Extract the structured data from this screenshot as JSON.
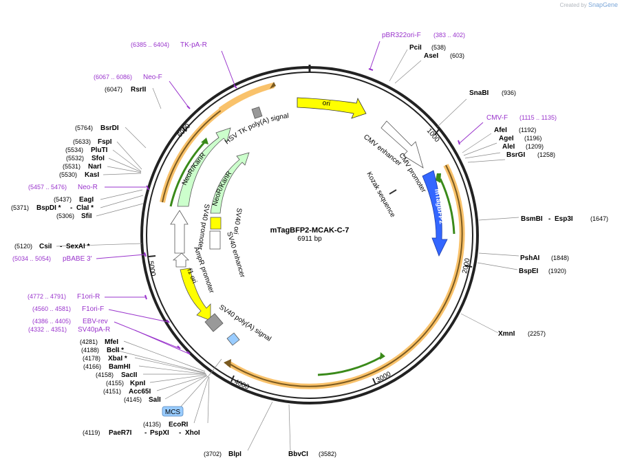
{
  "credit": {
    "prefix": "Created by",
    "brand": "SnapGene"
  },
  "plasmid": {
    "name": "mTagBFP2-MCAK-C-7",
    "length": "6911 bp",
    "total_bp": 6911
  },
  "ticks": [
    "1000",
    "2000",
    "3000",
    "4000",
    "5000",
    "6000"
  ],
  "colors": {
    "enzyme": "#000000",
    "primer": "#9933cc",
    "ori": "#ffff00",
    "cds_green": "#ccffcc",
    "mtag": "#3366ff",
    "orange": "#f9c26b"
  },
  "enzymes_right": [
    {
      "name": "PciI",
      "pos": "(538)"
    },
    {
      "name": "AseI",
      "pos": "(603)"
    },
    {
      "name": "SnaBI",
      "pos": "(936)"
    },
    {
      "name": "AfeI",
      "pos": "(1192)"
    },
    {
      "name": "AgeI",
      "pos": "(1196)"
    },
    {
      "name": "AleI",
      "pos": "(1209)"
    },
    {
      "name": "BsrGI",
      "pos": "(1258)"
    },
    {
      "name": "BsmBI",
      "name2": "Esp3I",
      "pos": "(1647)"
    },
    {
      "name": "PshAI",
      "pos": "(1848)"
    },
    {
      "name": "BspEI",
      "pos": "(1920)"
    },
    {
      "name": "XmnI",
      "pos": "(2257)"
    },
    {
      "name": "BbvCI",
      "pos": "(3582)"
    },
    {
      "name": "BlpI",
      "pos": "(3702)"
    }
  ],
  "enzymes_left": [
    {
      "name": "RsrII",
      "pos": "(6047)"
    },
    {
      "name": "BsrDI",
      "pos": "(5764)"
    },
    {
      "name": "FspI",
      "pos": "(5633)"
    },
    {
      "name": "PluTI",
      "pos": "(5534)"
    },
    {
      "name": "SfoI",
      "pos": "(5532)"
    },
    {
      "name": "NarI",
      "pos": "(5531)"
    },
    {
      "name": "KasI",
      "pos": "(5530)"
    },
    {
      "name": "EagI",
      "pos": "(5437)"
    },
    {
      "name": "BspDI *",
      "name2": "ClaI *",
      "pos": "(5371)"
    },
    {
      "name": "SfiI",
      "pos": "(5306)"
    },
    {
      "name": "CsiI",
      "name2": "SexAI *",
      "pos": "(5120)"
    },
    {
      "name": "MfeI",
      "pos": "(4281)"
    },
    {
      "name": "BclI *",
      "pos": "(4188)"
    },
    {
      "name": "XbaI *",
      "pos": "(4178)"
    },
    {
      "name": "BamHI",
      "pos": "(4166)"
    },
    {
      "name": "SacII",
      "pos": "(4158)"
    },
    {
      "name": "KpnI",
      "pos": "(4155)"
    },
    {
      "name": "Acc65I",
      "pos": "(4151)"
    },
    {
      "name": "SalI",
      "pos": "(4145)"
    },
    {
      "name": "EcoRI",
      "pos": "(4135)"
    },
    {
      "name": "PaeR7I",
      "name2": "PspXI",
      "name3": "XhoI",
      "pos": "(4119)"
    }
  ],
  "primers": [
    {
      "name": "pBR322ori-F",
      "range": "(383 .. 402)"
    },
    {
      "name": "CMV-F",
      "range": "(1115 .. 1135)"
    },
    {
      "name": "TK-pA-R",
      "range": "(6385 .. 6404)"
    },
    {
      "name": "Neo-F",
      "range": "(6067 .. 6086)"
    },
    {
      "name": "Neo-R",
      "range": "(5457 .. 5476)"
    },
    {
      "name": "pBABE 3'",
      "range": "(5034 .. 5054)"
    },
    {
      "name": "F1ori-R",
      "range": "(4772 .. 4791)"
    },
    {
      "name": "F1ori-F",
      "range": "(4560 .. 4581)"
    },
    {
      "name": "EBV-rev",
      "range": "(4386 .. 4405)"
    },
    {
      "name": "SV40pA-R",
      "range": "(4332 .. 4351)"
    }
  ],
  "features": {
    "ori": "ori",
    "cmv_enhancer": "CMV enhancer",
    "cmv_promoter": "CMV promoter",
    "kozak": "Kozak sequence",
    "mtag": "mTagBFP2",
    "hsv": "HSV TK poly(A) signal",
    "neo1": "NeoR/KanR",
    "neo2": "NeoR/KanR",
    "sv40ori": "SV40 ori",
    "sv40enh": "SV40 enhancer",
    "sv40prom": "SV40 promoter",
    "ampr": "AmpR promoter",
    "f1ori": "f1 ori",
    "sv40pa": "SV40 poly(A) signal",
    "mcs": "MCS"
  }
}
